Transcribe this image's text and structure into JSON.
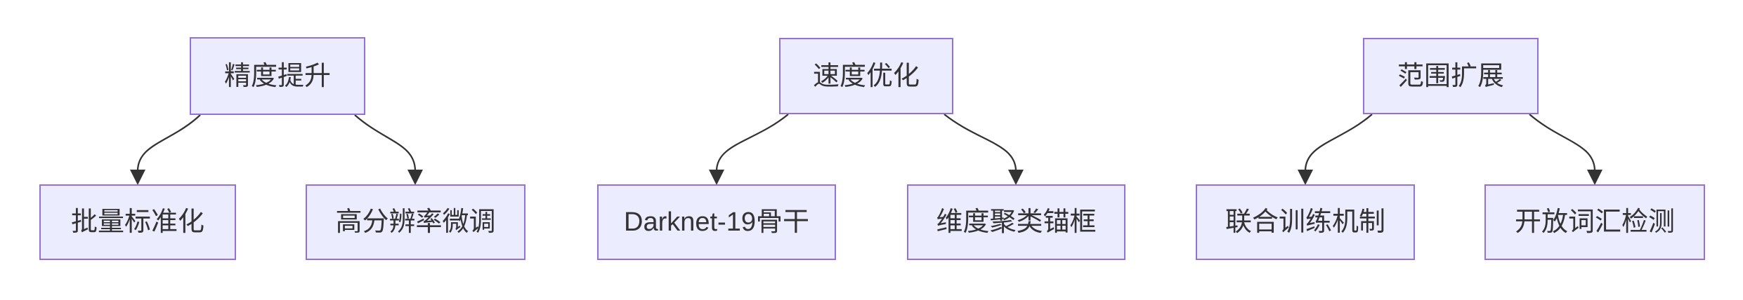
{
  "diagram": {
    "type": "flowchart-top-down",
    "trees": [
      {
        "parent": "精度提升",
        "children": [
          "批量标准化",
          "高分辨率微调"
        ]
      },
      {
        "parent": "速度优化",
        "children": [
          "Darknet-19骨干",
          "维度聚类锚框"
        ]
      },
      {
        "parent": "范围扩展",
        "children": [
          "联合训练机制",
          "开放词汇检测"
        ]
      }
    ],
    "edges": [
      {
        "from": "精度提升",
        "to": "批量标准化"
      },
      {
        "from": "精度提升",
        "to": "高分辨率微调"
      },
      {
        "from": "速度优化",
        "to": "Darknet-19骨干"
      },
      {
        "from": "速度优化",
        "to": "维度聚类锚框"
      },
      {
        "from": "范围扩展",
        "to": "联合训练机制"
      },
      {
        "from": "范围扩展",
        "to": "开放词汇检测"
      }
    ]
  },
  "colors": {
    "node_fill": "#ECECFF",
    "node_border": "#9370DB",
    "node_text": "#333333",
    "edge": "#333333",
    "background": "#FFFFFF"
  }
}
